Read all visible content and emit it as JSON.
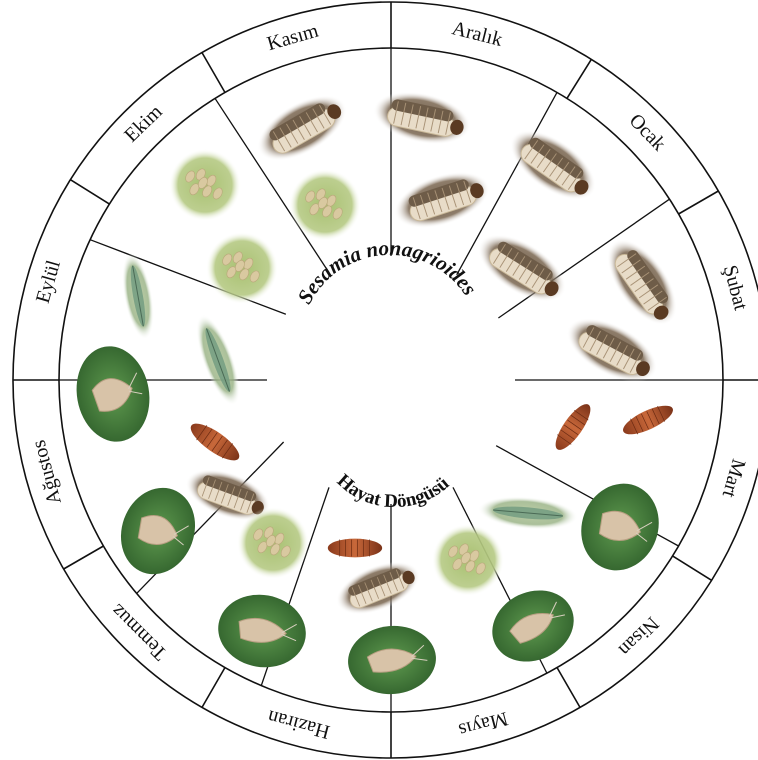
{
  "title": "Sesamia nonagrioides",
  "subtitle": "Hayat Döngüsü",
  "months": [
    "Ocak",
    "Şubat",
    "Mart",
    "Nisan",
    "Mayıs",
    "Haziran",
    "Temmuz",
    "Ağustos",
    "Eylül",
    "Ekim",
    "Kasım",
    "Aralık"
  ],
  "stage_types": [
    "egg",
    "larva",
    "pupa",
    "adult"
  ],
  "colors": {
    "line": "#111111",
    "larva_body": "#e8dcc8",
    "larva_head": "#5a3a22",
    "larva_back": "#6e5c48",
    "pupa": "#b8502a",
    "egg_leaf": "#a8c070",
    "egg": "#d9c9a0",
    "adult_leaf": "#3f7a3a",
    "moth": "#d8c3a8"
  }
}
